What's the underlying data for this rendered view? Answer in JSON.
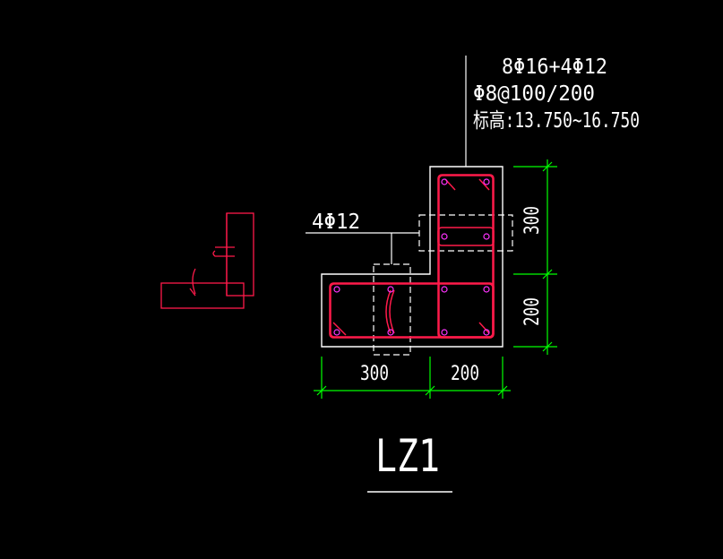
{
  "drawing": {
    "annotation": {
      "longitudinal_bars": "8Φ16+4Φ12",
      "stirrups": "Φ8@100/200",
      "elevation": "标高:13.750~16.750"
    },
    "side_callout": "4Φ12",
    "dimensions": {
      "bottom_left": "300",
      "bottom_right": "200",
      "right_upper": "300",
      "right_lower": "200"
    },
    "column_name": "LZ1",
    "colors": {
      "background": "#000000",
      "outline": "#ffffff",
      "rebar": "#ff1a4a",
      "bar_dots": "#ff33ff",
      "dimension": "#00ff00",
      "text": "#ffffff"
    }
  }
}
